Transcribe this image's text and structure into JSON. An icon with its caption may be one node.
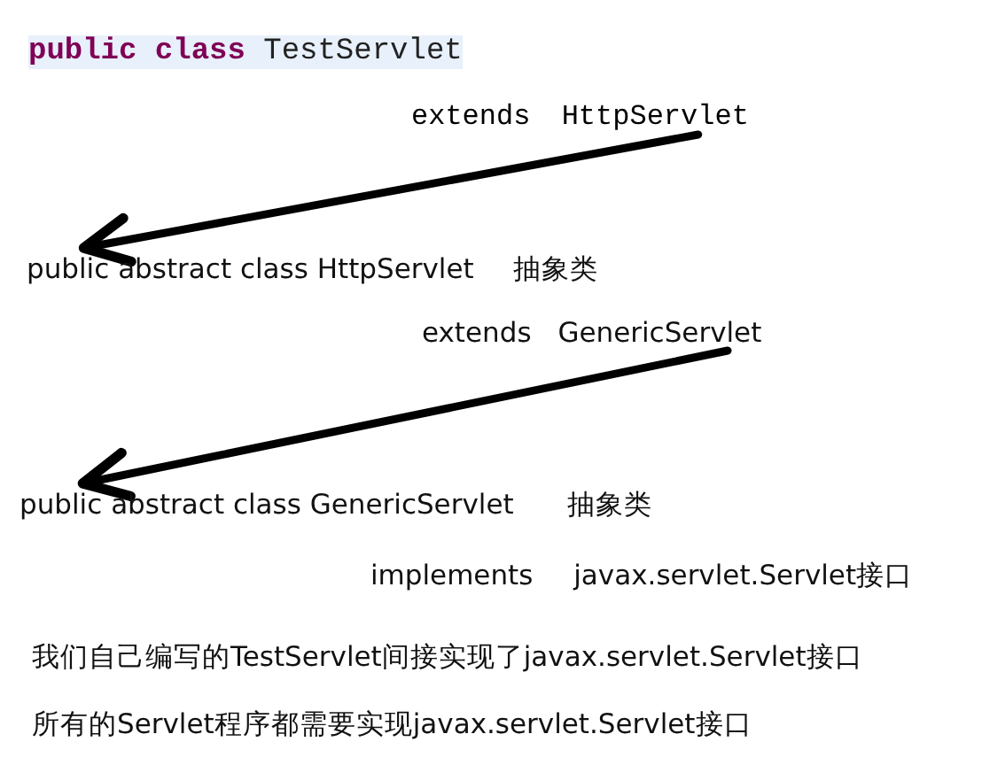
{
  "diagram": {
    "nodes": [
      {
        "text": [
          "extends HttpServlet"
        ]
      },
      {
        "text": [
          "public abstract class HttpServlet"
        ],
        "beside": [
          "抽象类"
        ]
      },
      {
        "text": [
          "extends GenericServlet"
        ]
      },
      {
        "text": [
          "public abstract class GenericServlet"
        ],
        "beside": [
          "抽象类"
        ]
      }
    ],
    "edges": [
      {
        "from": 0,
        "to": 1,
        "arrow": "to"
      },
      {
        "from": 2,
        "to": 3,
        "arrow": "to"
      }
    ],
    "labels": [
      "**public class** TestServlet",
      "implements javax.servlet.Servlet接口",
      "我们自己编写的TestServlet间接实现了javax.servlet.Servlet接口",
      "所有的Servlet程序都需要实现javax.servlet.Servlet接口"
    ]
  }
}
